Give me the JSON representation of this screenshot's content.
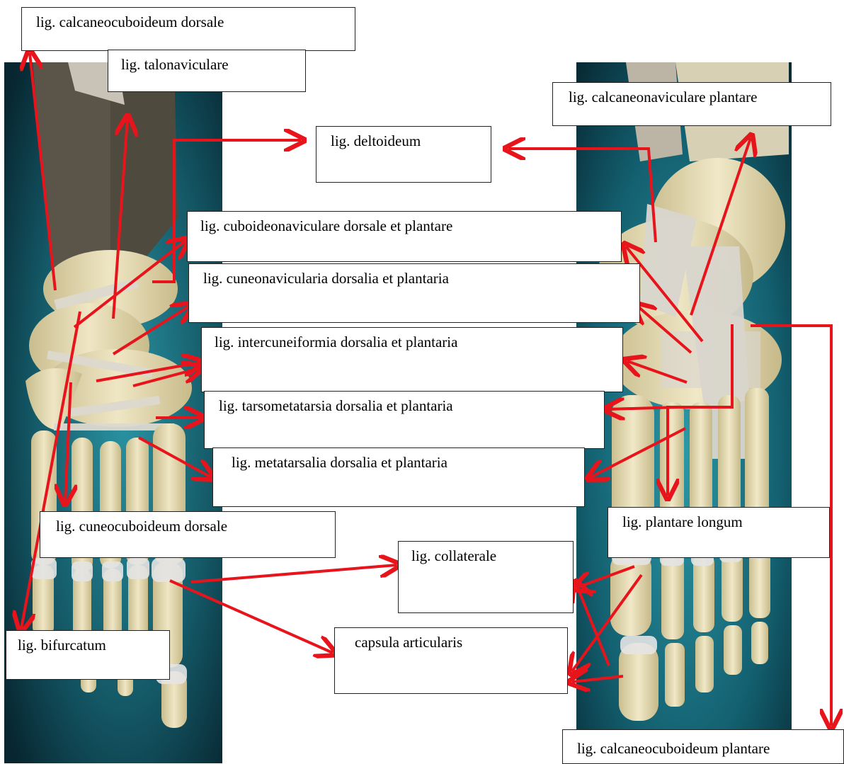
{
  "labels": {
    "calcaneocuboideum_dorsale": "lig. calcaneocuboideum dorsale",
    "talonaviculare": "lig. talonaviculare",
    "calcaneonaviculare_plantare": "lig. calcaneonaviculare plantare",
    "deltoideum": "lig. deltoideum",
    "cuboideonaviculare": "lig. cuboideonaviculare dorsale et plantare",
    "cuneonavicularia": "lig. cuneonavicularia dorsalia et plantaria",
    "intercuneiformia": "lig. intercuneiformia dorsalia et plantaria",
    "tarsometatarsia": "lig. tarsometatarsia dorsalia et plantaria",
    "metatarsalia": "lig. metatarsalia dorsalia et plantaria",
    "cuneocuboideum_dorsale": "lig. cuneocuboideum dorsale",
    "plantare_longum": "lig. plantare longum",
    "collaterale": "lig. collaterale",
    "bifurcatum": "lig. bifurcatum",
    "capsula_articularis": "capsula articularis",
    "calcaneocuboideum_plantare": "lig. calcaneocuboideum plantare"
  },
  "colors": {
    "arrow": "#e8141c",
    "panel_dark": "#0a2f3a",
    "panel_teal": "#1f7f8f",
    "bone": "#e9dfb8",
    "ligament": "#d8d4cc"
  }
}
